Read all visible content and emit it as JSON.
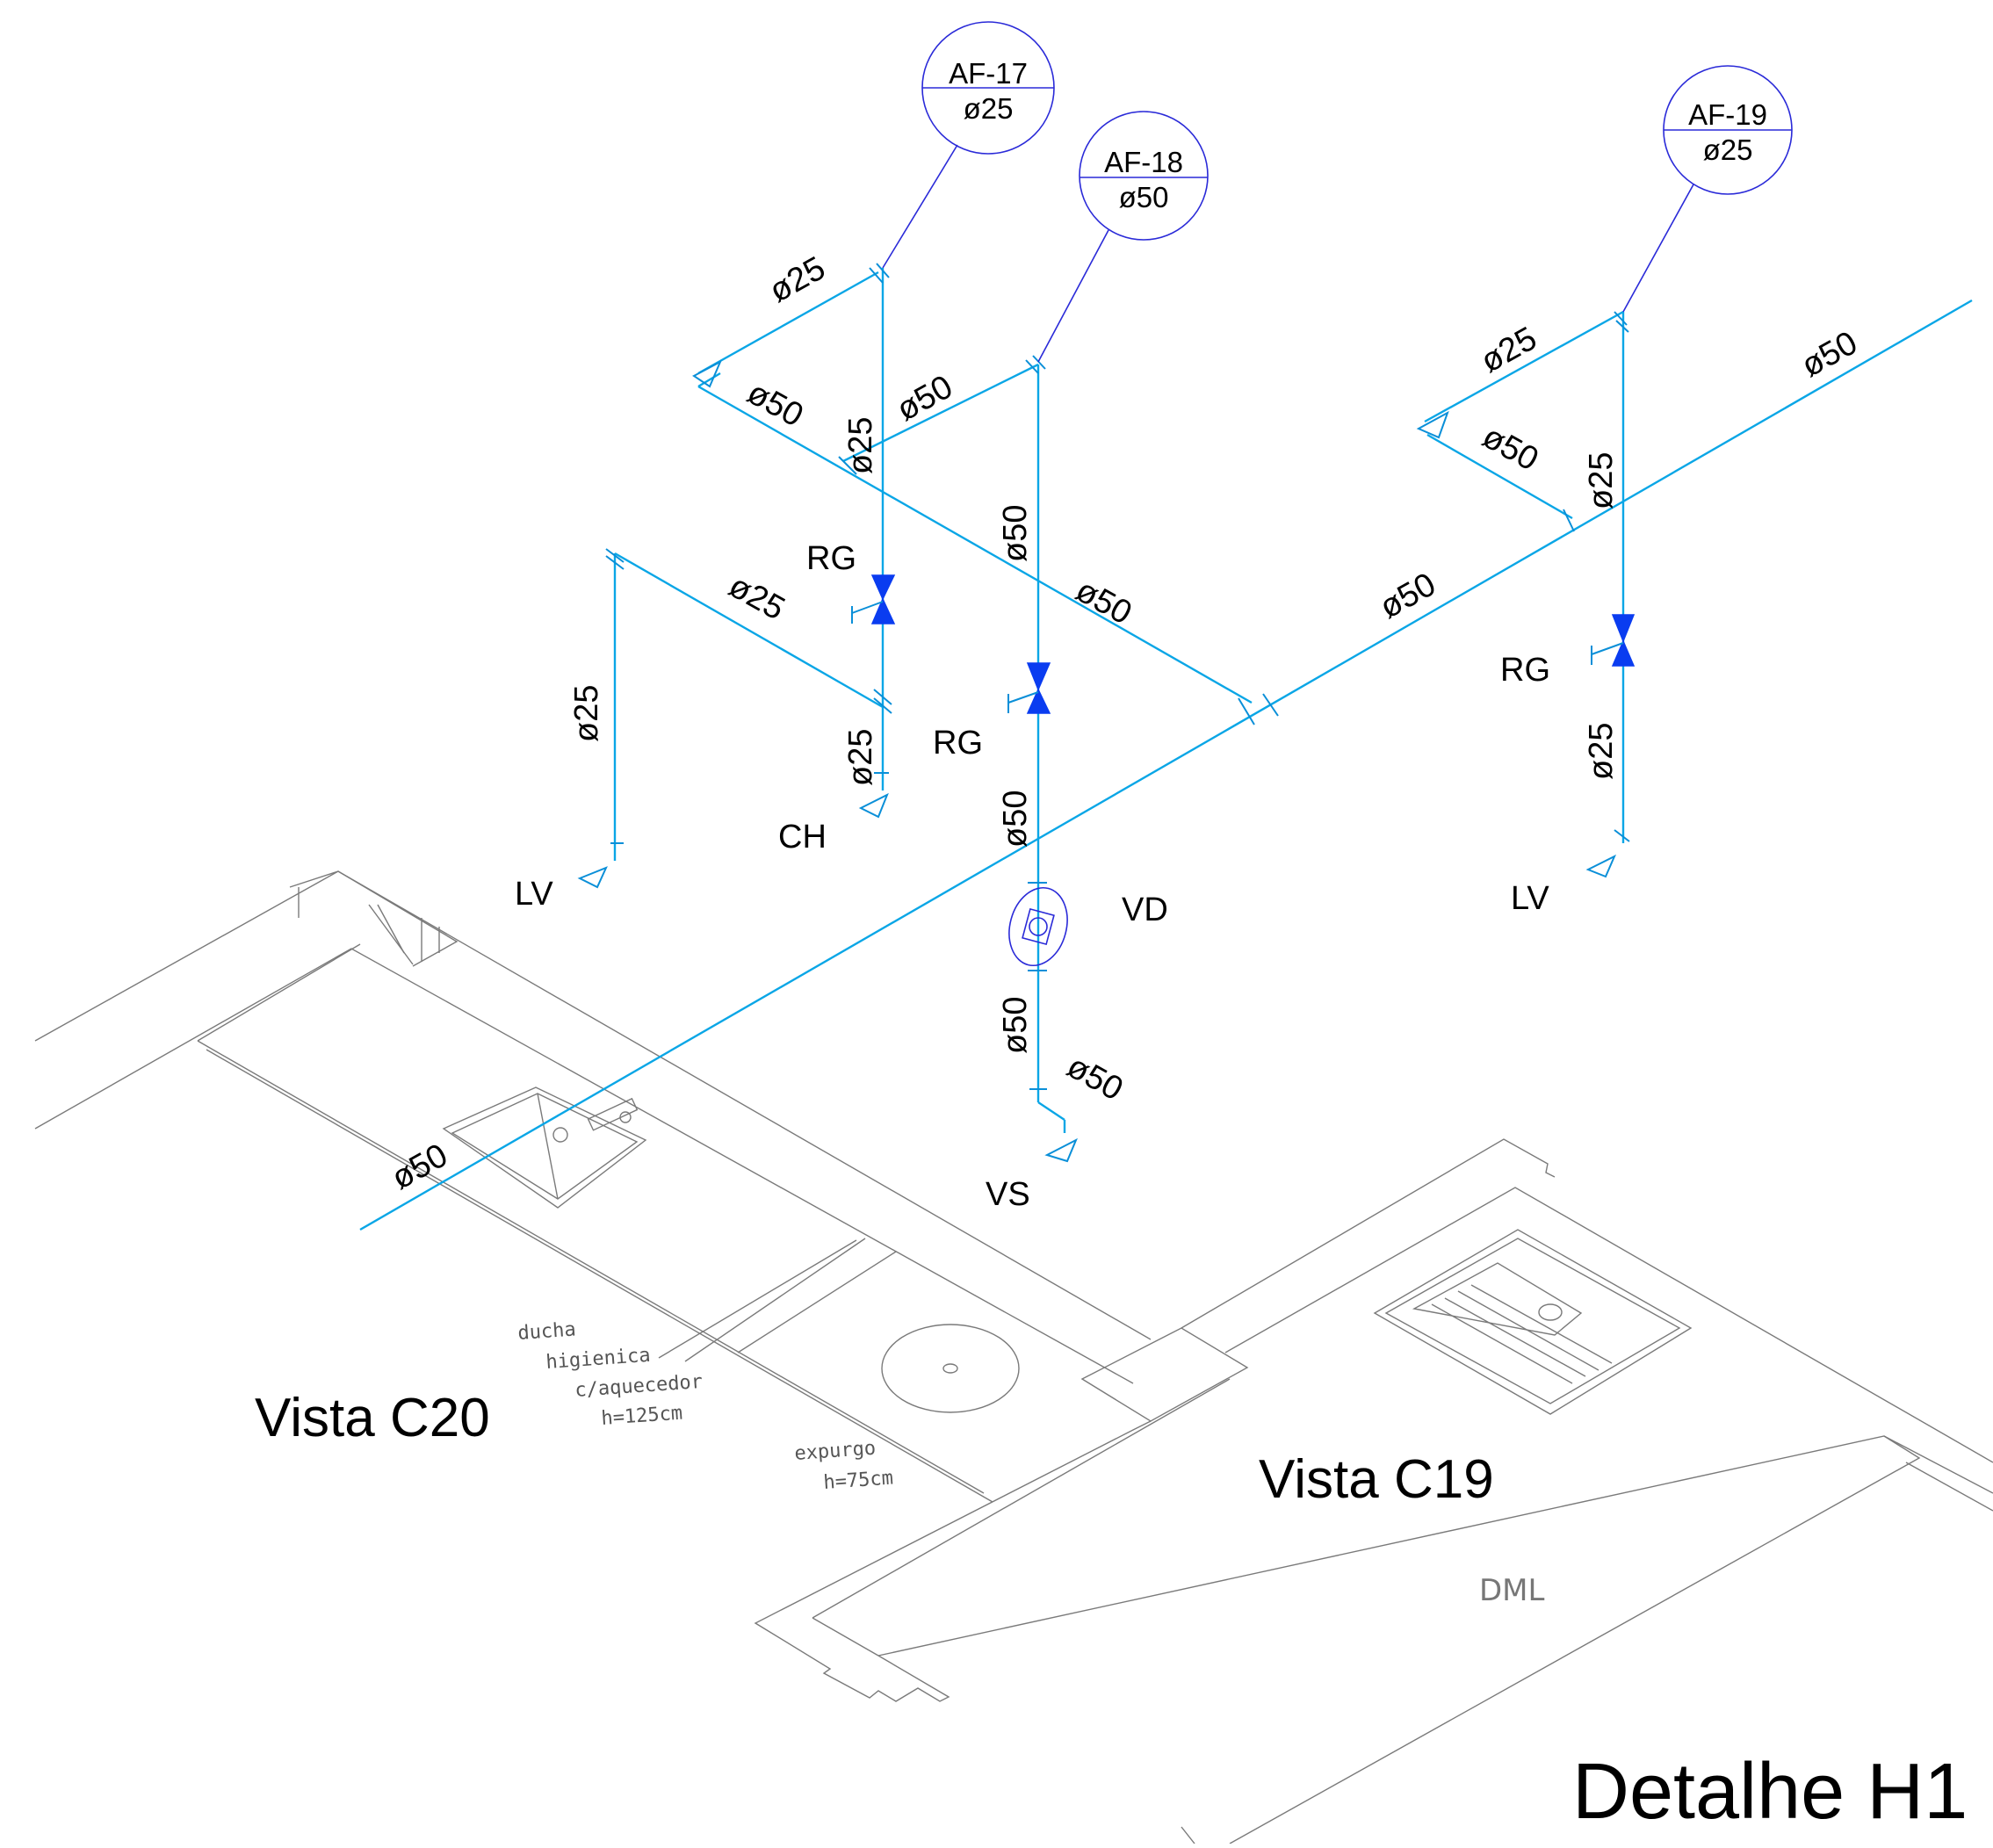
{
  "tags": [
    {
      "id": "AF-17",
      "diameter": "ø25"
    },
    {
      "id": "AF-18",
      "diameter": "ø50"
    },
    {
      "id": "AF-19",
      "diameter": "ø25"
    }
  ],
  "pipe_labels": {
    "d25": "ø25",
    "d50": "ø50"
  },
  "fixtures": {
    "rg": "RG",
    "ch": "CH",
    "lv": "LV",
    "vd": "VD",
    "vs": "VS"
  },
  "notes": {
    "ducha_1": "ducha",
    "ducha_2": "higienica",
    "ducha_3": "c/aquecedor",
    "ducha_4": "h=125cm",
    "expurgo_1": "expurgo",
    "expurgo_2": "h=75cm",
    "dml": "DML"
  },
  "views": {
    "c20": "Vista C20",
    "c19": "Vista C19"
  },
  "detail_title": "Detalhe H1",
  "colors": {
    "pipe": "#0aa6e6",
    "leader": "#2a2ad8",
    "valve": "#0a3cf0",
    "architecture": "#7a7a7a"
  }
}
